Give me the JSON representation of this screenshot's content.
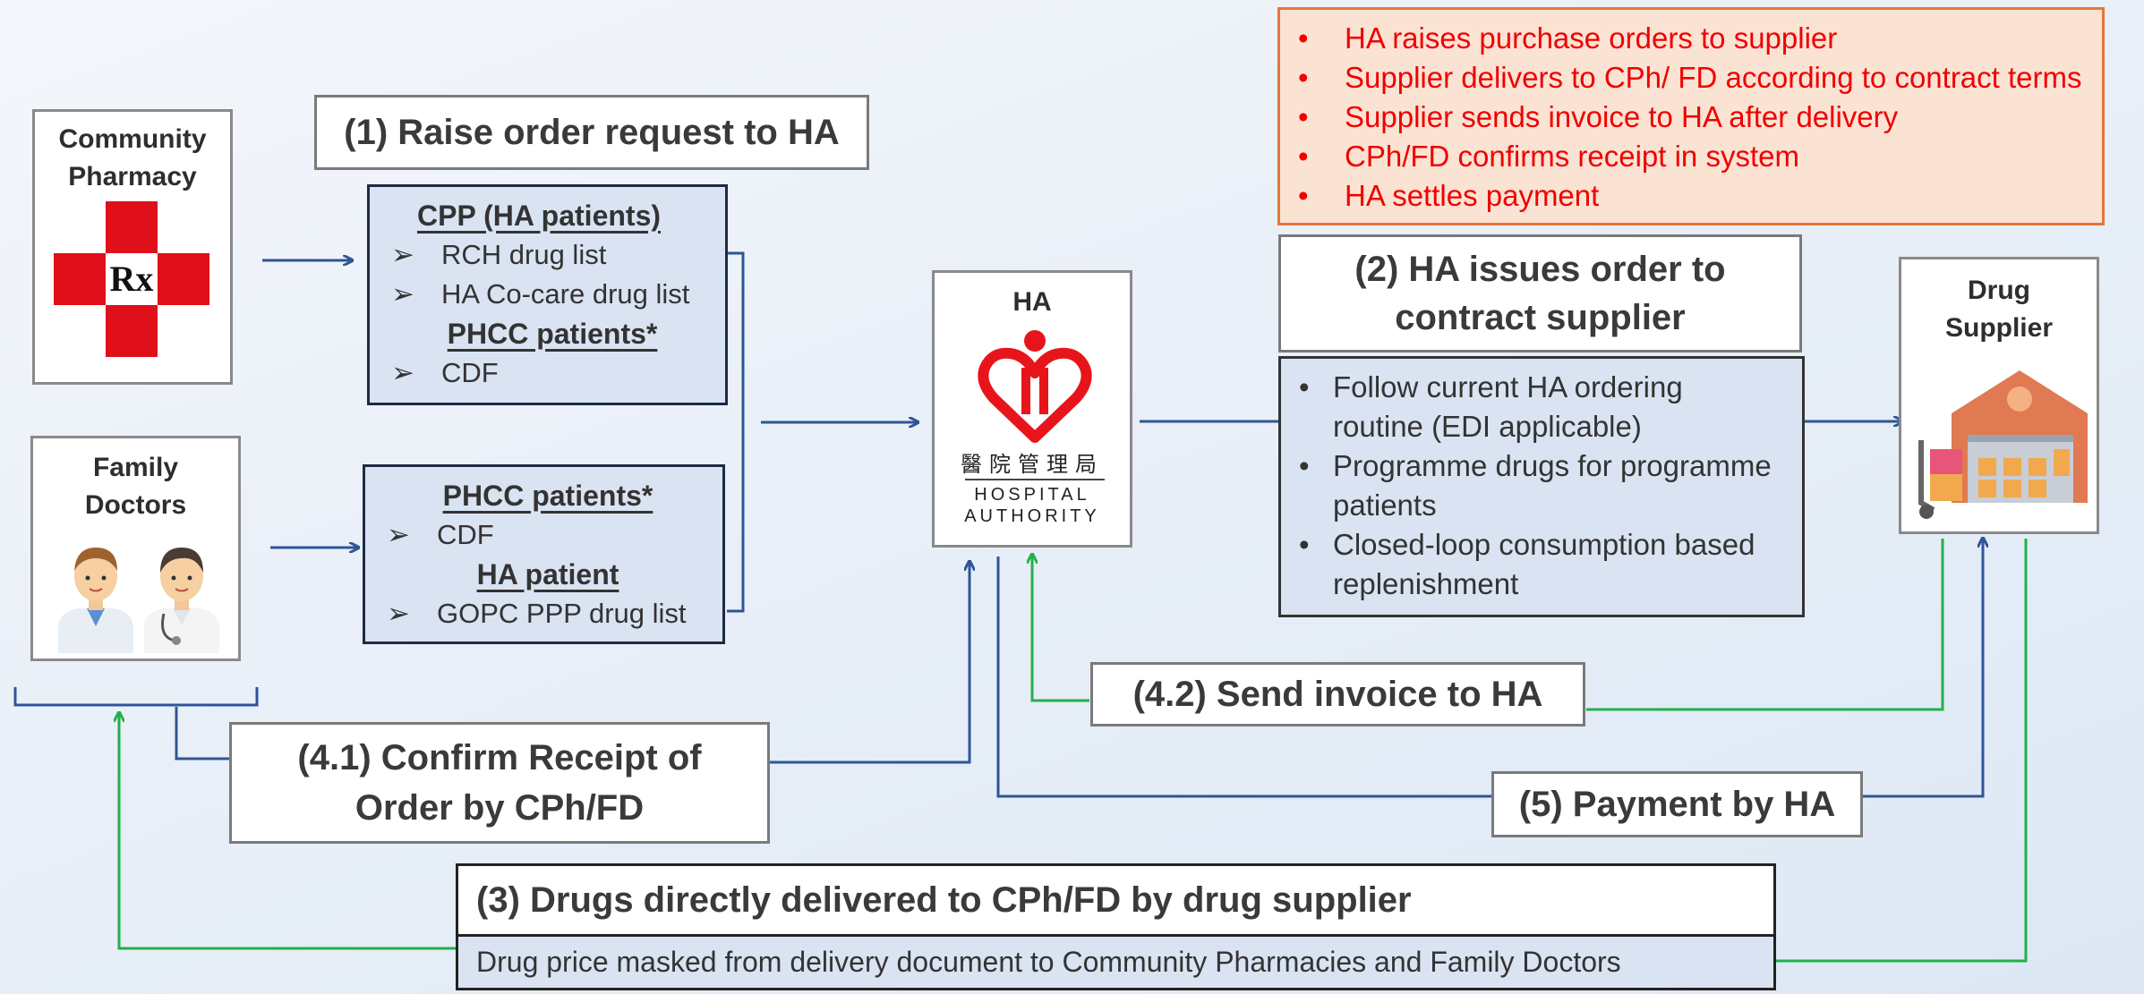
{
  "notes": {
    "lines": [
      "HA raises purchase orders to supplier",
      "Supplier delivers to CPh/ FD according to contract terms",
      "Supplier sends invoice to HA after delivery",
      "CPh/FD confirms receipt in system",
      "HA settles payment"
    ]
  },
  "community_pharmacy": {
    "title_line1": "Community",
    "title_line2": "Pharmacy",
    "icon_text": "Rx"
  },
  "family_doctors": {
    "title_line1": "Family",
    "title_line2": "Doctors"
  },
  "step1": {
    "label": "(1) Raise order request to HA"
  },
  "cpp_box": {
    "heading1": "CPP (HA patients)",
    "items1": [
      "RCH drug list",
      "HA Co-care drug list"
    ],
    "heading2": "PHCC patients*",
    "items2": [
      "CDF"
    ]
  },
  "fd_box": {
    "heading1": "PHCC patients*",
    "items1": [
      "CDF"
    ],
    "heading2": "HA patient",
    "items2": [
      "GOPC PPP drug list"
    ]
  },
  "ha": {
    "title": "HA",
    "chinese_name": "醫院管理局",
    "english_line1": "HOSPITAL",
    "english_line2": "AUTHORITY"
  },
  "step2": {
    "label_line1": "(2) HA issues order to",
    "label_line2": "contract supplier",
    "bullets": [
      [
        "Follow current HA ordering",
        "routine (EDI applicable)"
      ],
      [
        "Programme drugs for programme",
        "patients"
      ],
      [
        "Closed-loop consumption based",
        "replenishment"
      ]
    ]
  },
  "drug_supplier": {
    "title_line1": "Drug",
    "title_line2": "Supplier"
  },
  "step42": {
    "label": "(4.2) Send invoice to HA"
  },
  "step41": {
    "label_line1": "(4.1) Confirm Receipt of",
    "label_line2": "Order by CPh/FD"
  },
  "step5": {
    "label": "(5) Payment by HA"
  },
  "step3": {
    "label": "(3) Drugs directly delivered to CPh/FD by drug supplier",
    "note": "Drug price masked from delivery document to Community Pharmacies and Family Doctors"
  },
  "colors": {
    "blue_arrow": "#2f5597",
    "green_arrow": "#22b04b",
    "red_text": "#f00000",
    "ha_red": "#e8141c"
  }
}
